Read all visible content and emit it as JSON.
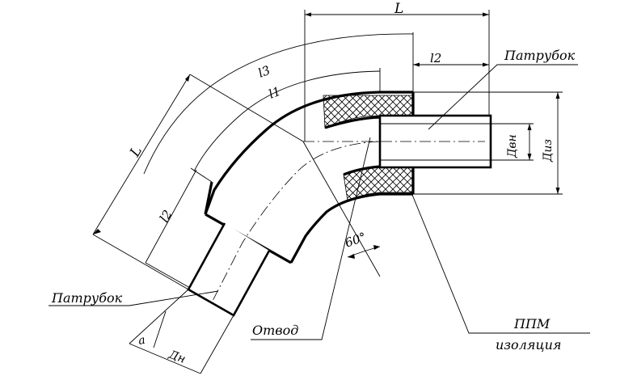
{
  "labels": {
    "pipe_top": "Патрубок",
    "pipe_bottom": "Патрубок",
    "elbow": "Отвод",
    "insulation_line1": "ППМ",
    "insulation_line2": "изоляция"
  },
  "dimensions": {
    "L_top": "L",
    "L_left": "L",
    "l1": "l1",
    "l2_top": "l2",
    "l2_left": "l2",
    "l3": "l3",
    "d_inner": "Двн",
    "d_outer": "Диз",
    "d_n": "Дн",
    "a": "a",
    "angle": "60°"
  }
}
